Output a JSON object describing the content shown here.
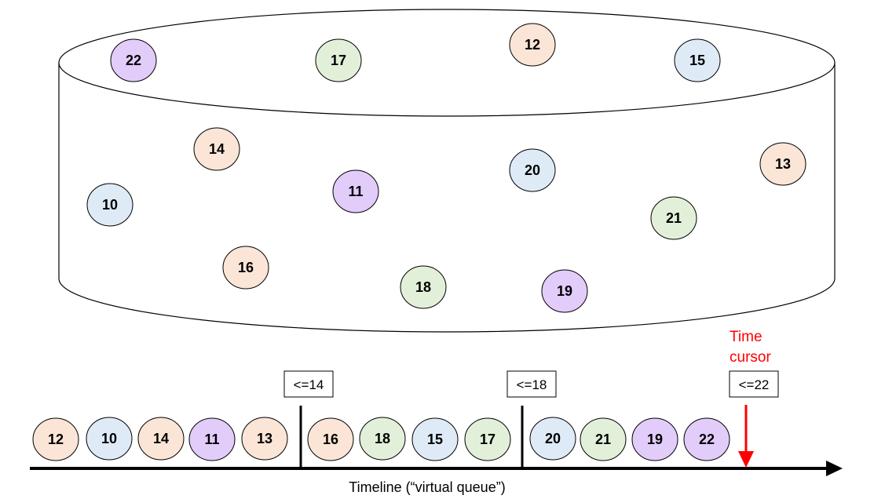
{
  "colors": {
    "orange": "#fbe5d6",
    "blue": "#deebf7",
    "purple": "#e2ccfa",
    "green": "#e2f0d9",
    "cursor": "#ff0000",
    "stroke": "#000000"
  },
  "store_items": [
    {
      "label": "22",
      "color": "purple"
    },
    {
      "label": "17",
      "color": "green"
    },
    {
      "label": "12",
      "color": "orange"
    },
    {
      "label": "15",
      "color": "blue"
    },
    {
      "label": "14",
      "color": "orange"
    },
    {
      "label": "20",
      "color": "blue"
    },
    {
      "label": "13",
      "color": "orange"
    },
    {
      "label": "10",
      "color": "blue"
    },
    {
      "label": "11",
      "color": "purple"
    },
    {
      "label": "21",
      "color": "green"
    },
    {
      "label": "16",
      "color": "orange"
    },
    {
      "label": "18",
      "color": "green"
    },
    {
      "label": "19",
      "color": "purple"
    }
  ],
  "queue_items": [
    {
      "label": "12",
      "color": "orange"
    },
    {
      "label": "10",
      "color": "blue"
    },
    {
      "label": "14",
      "color": "orange"
    },
    {
      "label": "11",
      "color": "purple"
    },
    {
      "label": "13",
      "color": "orange"
    },
    {
      "label": "16",
      "color": "orange"
    },
    {
      "label": "18",
      "color": "green"
    },
    {
      "label": "15",
      "color": "blue"
    },
    {
      "label": "17",
      "color": "green"
    },
    {
      "label": "20",
      "color": "blue"
    },
    {
      "label": "21",
      "color": "green"
    },
    {
      "label": "19",
      "color": "purple"
    },
    {
      "label": "22",
      "color": "purple"
    }
  ],
  "markers": [
    {
      "label": "<=14"
    },
    {
      "label": "<=18"
    }
  ],
  "cursor": {
    "title_line1": "Time",
    "title_line2": "cursor",
    "label": "<=22"
  },
  "timeline": {
    "label": "Timeline (“virtual queue”)"
  }
}
